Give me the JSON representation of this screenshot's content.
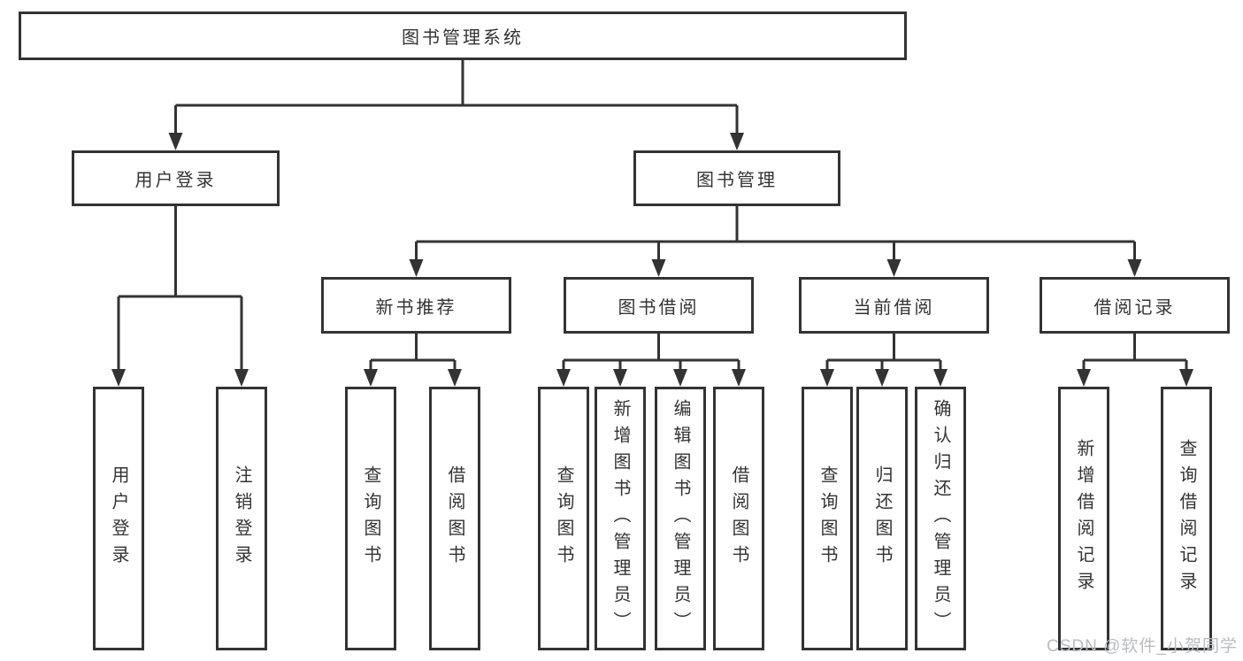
{
  "diagram": {
    "root": {
      "label": "图书管理系统"
    },
    "children": [
      {
        "label": "用户登录",
        "children": [
          {
            "label": "用户登录"
          },
          {
            "label": "注销登录"
          }
        ]
      },
      {
        "label": "图书管理",
        "children": [
          {
            "label": "新书推荐",
            "children": [
              {
                "label": "查询图书"
              },
              {
                "label": "借阅图书"
              }
            ]
          },
          {
            "label": "图书借阅",
            "children": [
              {
                "label": "查询图书"
              },
              {
                "label": "新增图书（管理员）"
              },
              {
                "label": "编辑图书（管理员）"
              },
              {
                "label": "借阅图书"
              }
            ]
          },
          {
            "label": "当前借阅",
            "children": [
              {
                "label": "查询图书"
              },
              {
                "label": "归还图书"
              },
              {
                "label": "确认归还（管理员）"
              }
            ]
          },
          {
            "label": "借阅记录",
            "children": [
              {
                "label": "新增借阅记录"
              },
              {
                "label": "查询借阅记录"
              }
            ]
          }
        ]
      }
    ]
  },
  "watermark": {
    "text": "CSDN @软件_小贺同学"
  },
  "colors": {
    "line": "#333333",
    "text": "#333333",
    "background": "#ffffff",
    "watermark": "#b9bcc0"
  }
}
